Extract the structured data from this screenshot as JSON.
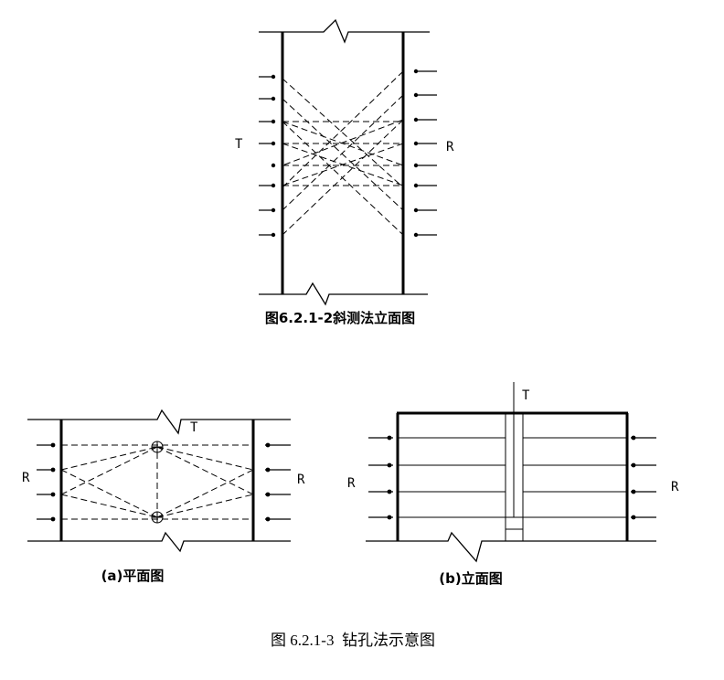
{
  "oblique_elevation": {
    "transmitter_label": "T",
    "receiver_label": "R",
    "caption": "图6.2.1-2斜测法立面图"
  },
  "plan_view": {
    "transmitter_label": "T",
    "receiver_left_label": "R",
    "receiver_right_label": "R",
    "caption": "(a)平面图"
  },
  "elevation_view": {
    "transmitter_label": "T",
    "receiver_left_label": "R",
    "receiver_right_label": "R",
    "caption": "(b)立面图"
  },
  "figure_caption": "图 6.2.1-3  钻孔法示意图"
}
